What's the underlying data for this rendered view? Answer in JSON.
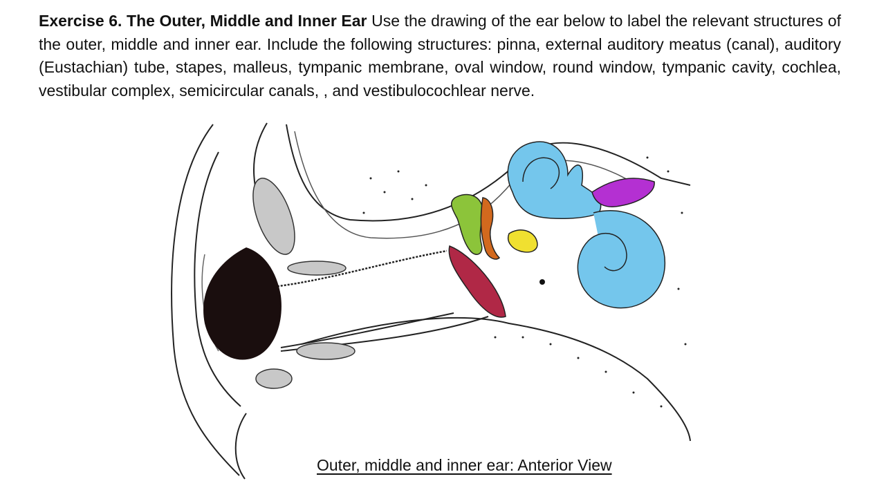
{
  "exercise": {
    "heading": "Exercise 6. The Outer, Middle and Inner Ear",
    "instructions": "Use the drawing of the ear below to label the relevant structures of the outer, middle and inner ear. Include the following structures: pinna, external auditory meatus (canal), auditory (Eustachian) tube, stapes, malleus, tympanic membrane, oval window, round window, tympanic cavity, cochlea, vestibular complex, semicircular canals, , and vestibulocochlear nerve."
  },
  "figure": {
    "caption": "Outer, middle and inner ear: Anterior View",
    "colors": {
      "earwax": "#1a0e0e",
      "tympanic_membrane": "#b02846",
      "incus_green": "#8cc43a",
      "malleus_orange": "#d2691e",
      "stapes_yellow": "#f0e030",
      "inner_ear_blue": "#74c6ec",
      "nerve_purple": "#b430d2",
      "cartilage_gray": "#c8c8c8"
    }
  }
}
